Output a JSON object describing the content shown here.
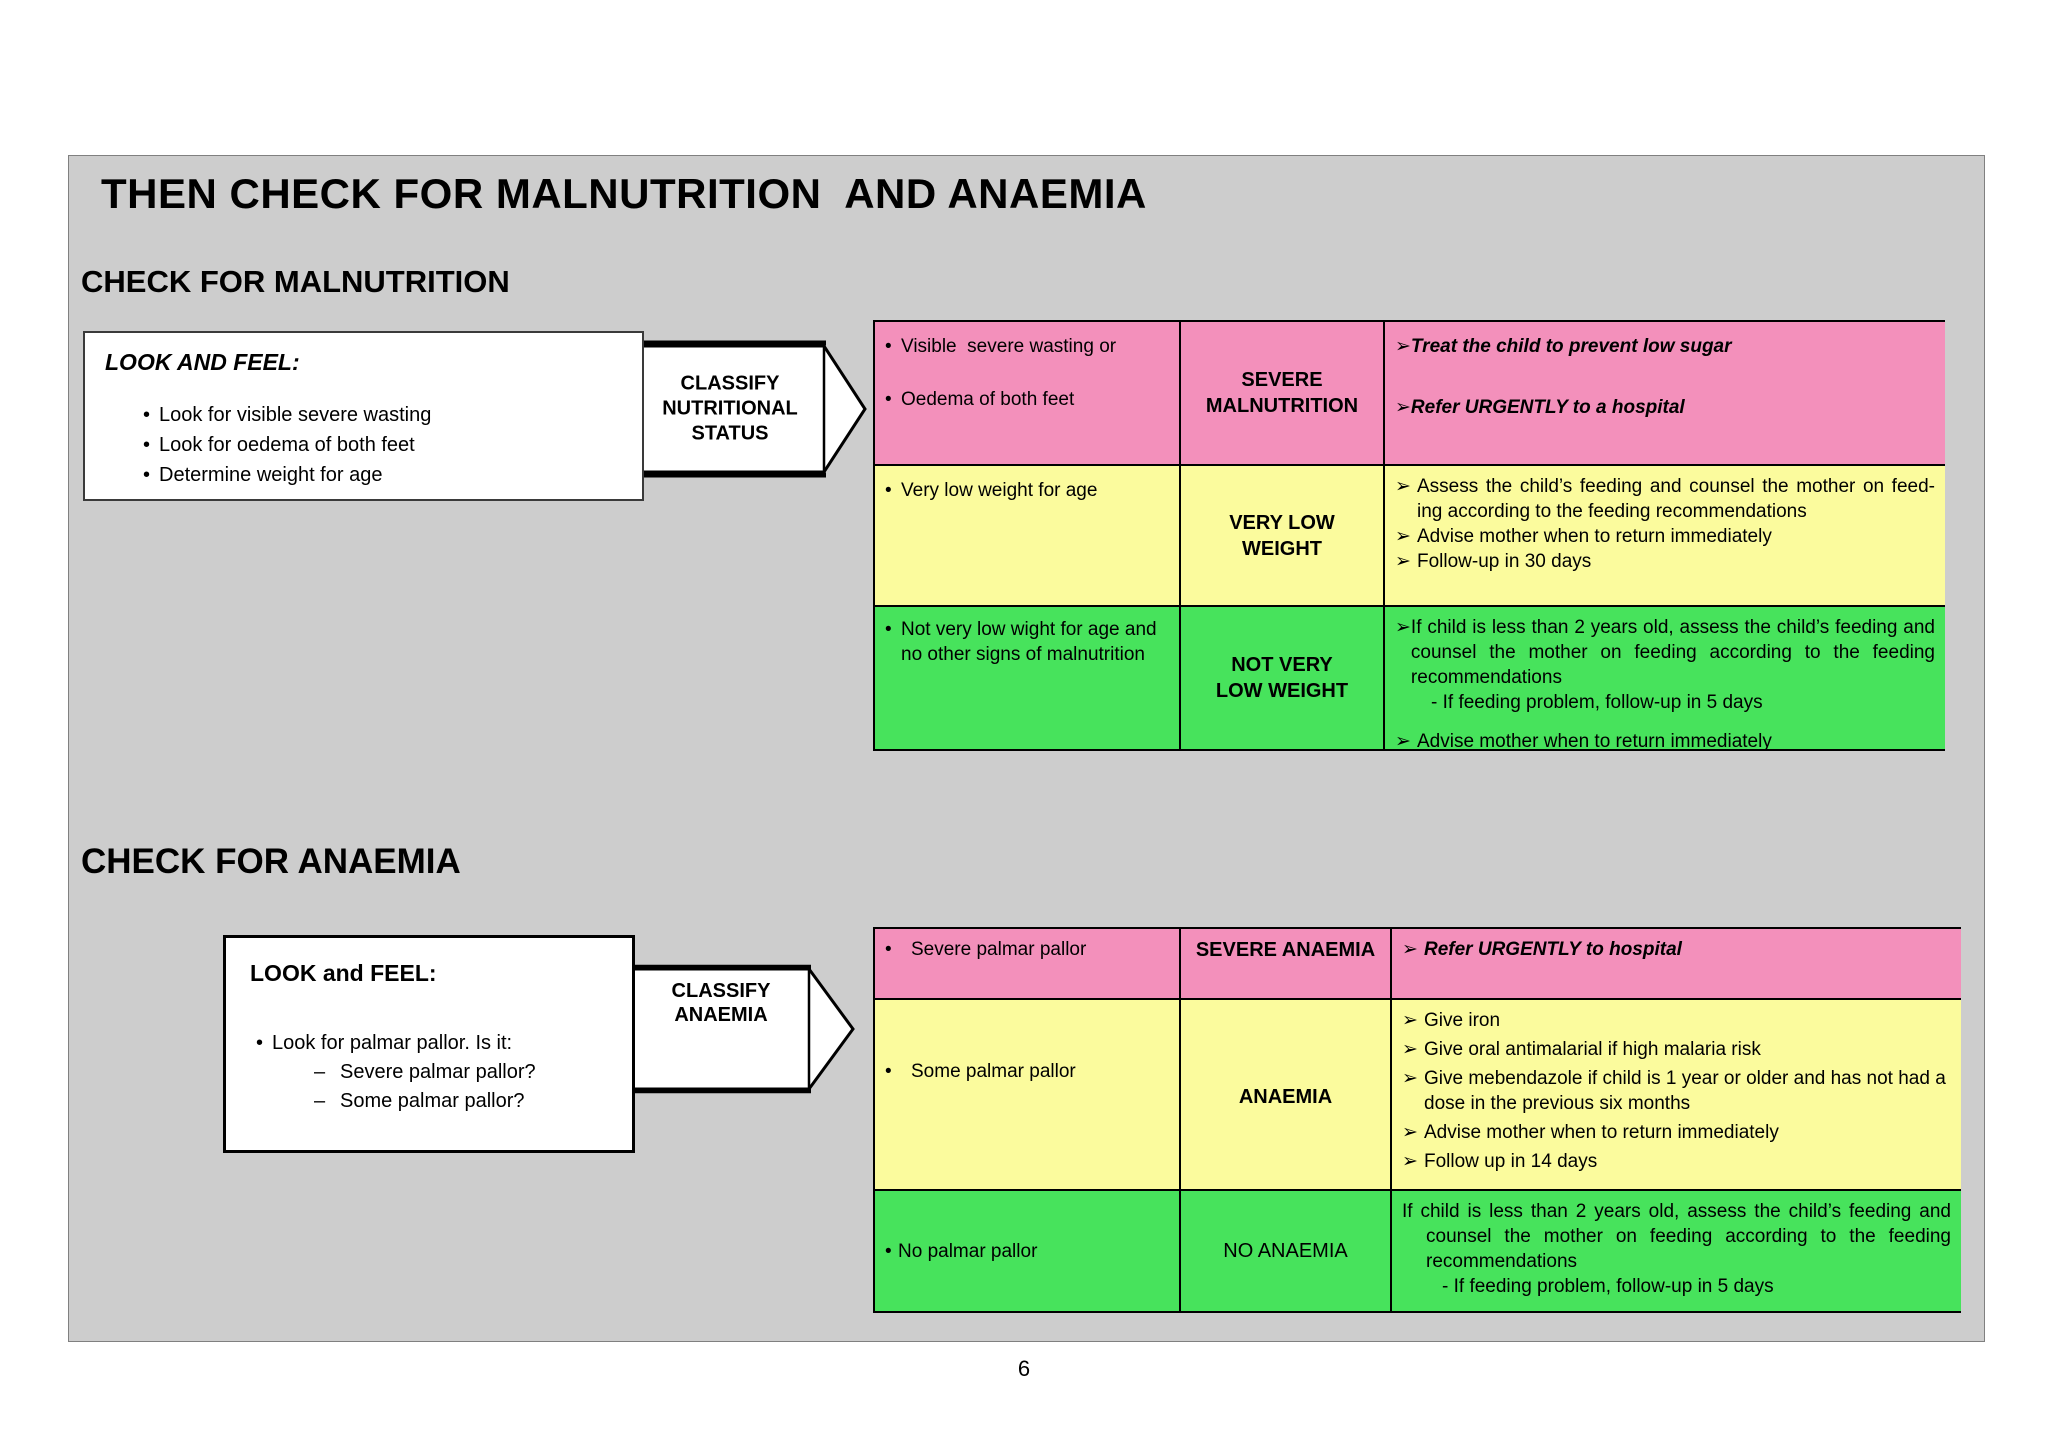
{
  "page_number": "6",
  "title": "THEN CHECK FOR MALNUTRITION  AND ANAEMIA",
  "bullets": {
    "dot": "•",
    "arrow": "➢",
    "dash": "–"
  },
  "colors": {
    "severe": "#F390BB",
    "moderate": "#FBFB9D",
    "normal": "#47E35C",
    "panel": "#CDCDCD"
  },
  "malnutrition": {
    "heading": "CHECK FOR MALNUTRITION",
    "look_feel": {
      "title": "LOOK AND FEEL:",
      "items": [
        "Look for visible severe wasting",
        "Look for oedema of both feet",
        "Determine weight for age"
      ]
    },
    "classify_arrow": "CLASSIFY\nNUTRITIONAL\nSTATUS",
    "table": {
      "rows": [
        {
          "signs": [
            "Visible  severe wasting or",
            "Oedema of both feet"
          ],
          "classification": "SEVERE\nMALNUTRITION",
          "treatments": [
            "Treat the child to prevent low sugar",
            "Refer URGENTLY to a hospital"
          ]
        },
        {
          "signs": [
            "Very low weight for age"
          ],
          "classification": "VERY LOW\nWEIGHT",
          "treatments": [
            "Assess the child’s feeding and counsel the mother on feed-ing according to the feeding recommendations",
            "Advise mother when to return immediately",
            "Follow-up in 30 days"
          ]
        },
        {
          "signs": [
            "Not very low wight for age and\nno other signs of malnutrition"
          ],
          "classification": "NOT VERY\nLOW WEIGHT",
          "treatments": [
            "If child is less than 2 years old, assess the child’s feeding and counsel the mother on feeding according to the feeding recommendations",
            "- If feeding problem, follow-up in 5 days",
            "Advise mother when to return immediately"
          ]
        }
      ]
    }
  },
  "anaemia": {
    "heading": "CHECK FOR ANAEMIA",
    "look_feel": {
      "title": "LOOK and FEEL:",
      "lead": "Look for palmar pallor. Is it:",
      "sub_items": [
        "Severe palmar pallor?",
        "Some palmar pallor?"
      ]
    },
    "classify_arrow": "CLASSIFY\nANAEMIA",
    "table": {
      "rows": [
        {
          "signs": [
            "Severe palmar pallor"
          ],
          "classification": "SEVERE ANAEMIA",
          "treatments": [
            "Refer URGENTLY to hospital"
          ]
        },
        {
          "signs": [
            "Some palmar pallor"
          ],
          "classification": "ANAEMIA",
          "treatments": [
            "Give iron",
            "Give oral antimalarial if high malaria risk",
            "Give mebendazole if child is 1 year or older and has not had a dose in the previous six months",
            "Advise mother when to return immediately",
            "Follow up in 14 days"
          ]
        },
        {
          "signs": [
            "No palmar pallor"
          ],
          "classification": "NO ANAEMIA",
          "treatments": [
            "If child is less than 2 years old, assess the child’s feeding and counsel the mother on feeding according to the feeding recommendations",
            "- If feeding problem, follow-up in 5 days"
          ]
        }
      ]
    }
  }
}
